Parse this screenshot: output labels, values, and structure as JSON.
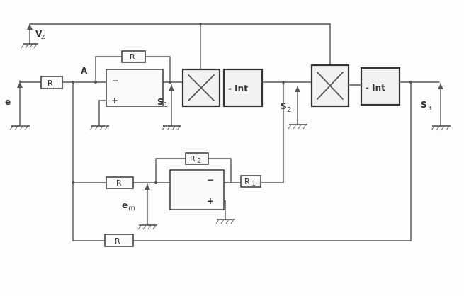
{
  "labels": {
    "vz": "V",
    "vz_sub": "z",
    "e_in": "e",
    "r_in": "R",
    "node_a": "A",
    "r_fb1": "R",
    "op1_minus": "−",
    "op1_plus": "+",
    "s1": "S",
    "s1_sub": "1",
    "int1": "- Int",
    "s2": "S",
    "s2_sub": "2",
    "int2": "- Int",
    "s3": "S",
    "s3_sub": "3",
    "r_mid": "R",
    "e_m": "e",
    "e_m_sub": "m",
    "r2": "R",
    "r2_sub": "2",
    "r1": "R",
    "r1_sub": "1",
    "op2_minus": "−",
    "op2_plus": "+",
    "r_bottom": "R"
  }
}
